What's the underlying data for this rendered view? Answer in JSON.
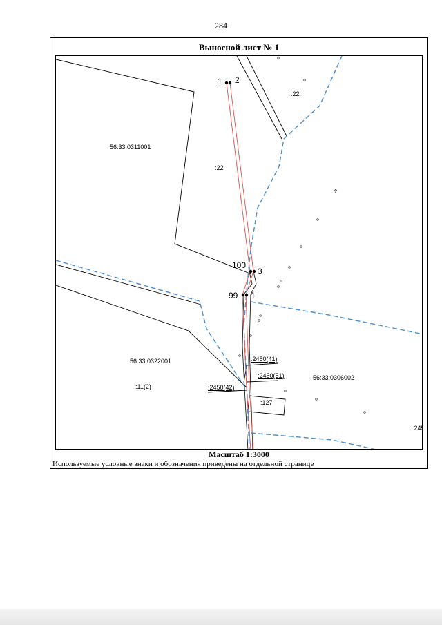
{
  "page_number": "284",
  "sheet_title": "Выносной лист № 1",
  "scale": "Масштаб 1:3000",
  "legend_note": "Используемые условные знаки и обозначения приведены на отдельной странице",
  "colors": {
    "boundary": "#000000",
    "route": "#d9534f",
    "quarter_boundary": "#4a8fd0"
  },
  "map": {
    "parcels": {
      "p_0311001": "56:33:0311001",
      "p_22_left": ":22",
      "p_22_top": ":22",
      "p_0322001": "56:33:0322001",
      "p_11_2": ":11(2)",
      "p_0306002": "56:33:0306002",
      "p_127": ":127",
      "p_2450_41": ":2450(41)",
      "p_2450_51": ":2450(51)",
      "p_2450_42": ":2450(42)",
      "p_245_edge": ":245"
    },
    "points": {
      "pt1": "1",
      "pt2": "2",
      "pt3": "3",
      "pt4": "4",
      "pt99": "99",
      "pt100": "100"
    }
  }
}
